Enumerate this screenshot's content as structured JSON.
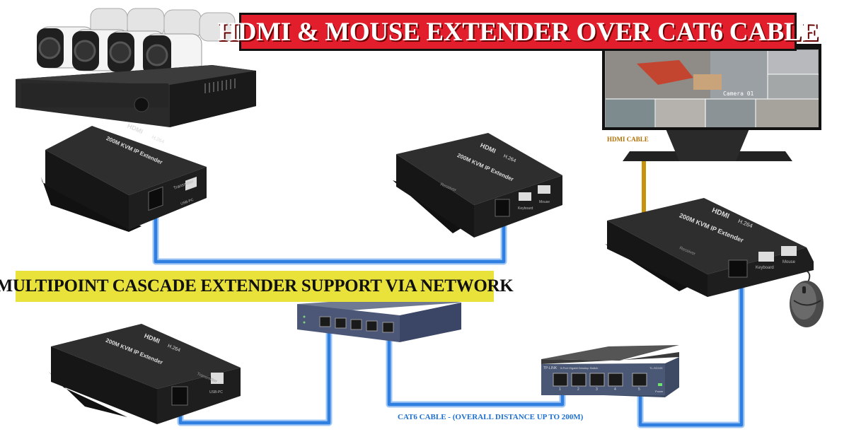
{
  "title": "HDMI & MOUSE EXTENDER OVER CAT6 CABLE",
  "subtitle": "MULTIPOINT CASCADE EXTENDER SUPPORT VIA NETWORK",
  "hdmi_cable_label": "HDMI CABLE",
  "cat6_cable_label": "CAT6 CABLE  - (OVERALL DISTANCE UP TO 200M)",
  "monitor_label": "Camera 01",
  "extender": {
    "brand": "HDMI",
    "codec": "H.264",
    "model": "200M KVM IP Extender",
    "transmitter": "Transmitter",
    "receiver": "Receiver",
    "usb_pc": "USB-PC",
    "keyboard": "Keyboard",
    "mouse": "Mouse"
  },
  "switch_small": {
    "brand": "TP-LINK",
    "model": "TL-SG105",
    "desc": "5-Port Gigabit Desktop Switch",
    "power": "Power",
    "ports": [
      "1",
      "2",
      "3",
      "4",
      "5"
    ]
  },
  "colors": {
    "title_bg": "#e21e2d",
    "subtitle_bg": "#e9e23a",
    "cat6_cable": "#2f7fe0",
    "hdmi_cable": "#c8930a"
  }
}
